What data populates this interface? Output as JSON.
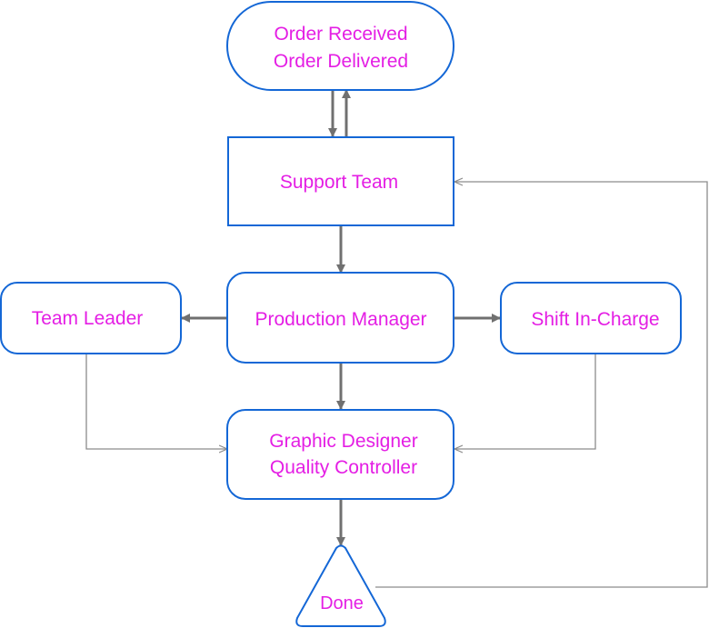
{
  "colors": {
    "node_border": "#1467d6",
    "label_text": "#e41ee4",
    "arrow_main": "#707070",
    "arrow_feedback": "#8c8c8c",
    "background": "#ffffff"
  },
  "nodes": {
    "order": {
      "shape": "terminal",
      "lines": [
        "Order Received",
        "Order Delivered"
      ]
    },
    "support": {
      "shape": "rectangle",
      "lines": [
        "Support Team"
      ]
    },
    "production": {
      "shape": "rounded-rectangle",
      "lines": [
        "Production Manager"
      ]
    },
    "leader": {
      "shape": "rounded-rectangle",
      "lines": [
        "Team Leader"
      ]
    },
    "shift": {
      "shape": "rounded-rectangle",
      "lines": [
        "Shift In-Charge"
      ]
    },
    "graphic": {
      "shape": "rounded-rectangle",
      "lines": [
        "Graphic Designer",
        "Quality Controller"
      ]
    },
    "done": {
      "shape": "triangle",
      "lines": [
        "Done"
      ]
    }
  },
  "edges": [
    {
      "from": "order",
      "to": "support"
    },
    {
      "from": "support",
      "to": "order"
    },
    {
      "from": "support",
      "to": "production"
    },
    {
      "from": "production",
      "to": "leader"
    },
    {
      "from": "production",
      "to": "shift"
    },
    {
      "from": "production",
      "to": "graphic"
    },
    {
      "from": "leader",
      "to": "graphic"
    },
    {
      "from": "shift",
      "to": "graphic"
    },
    {
      "from": "graphic",
      "to": "done"
    },
    {
      "from": "done",
      "to": "support"
    }
  ]
}
